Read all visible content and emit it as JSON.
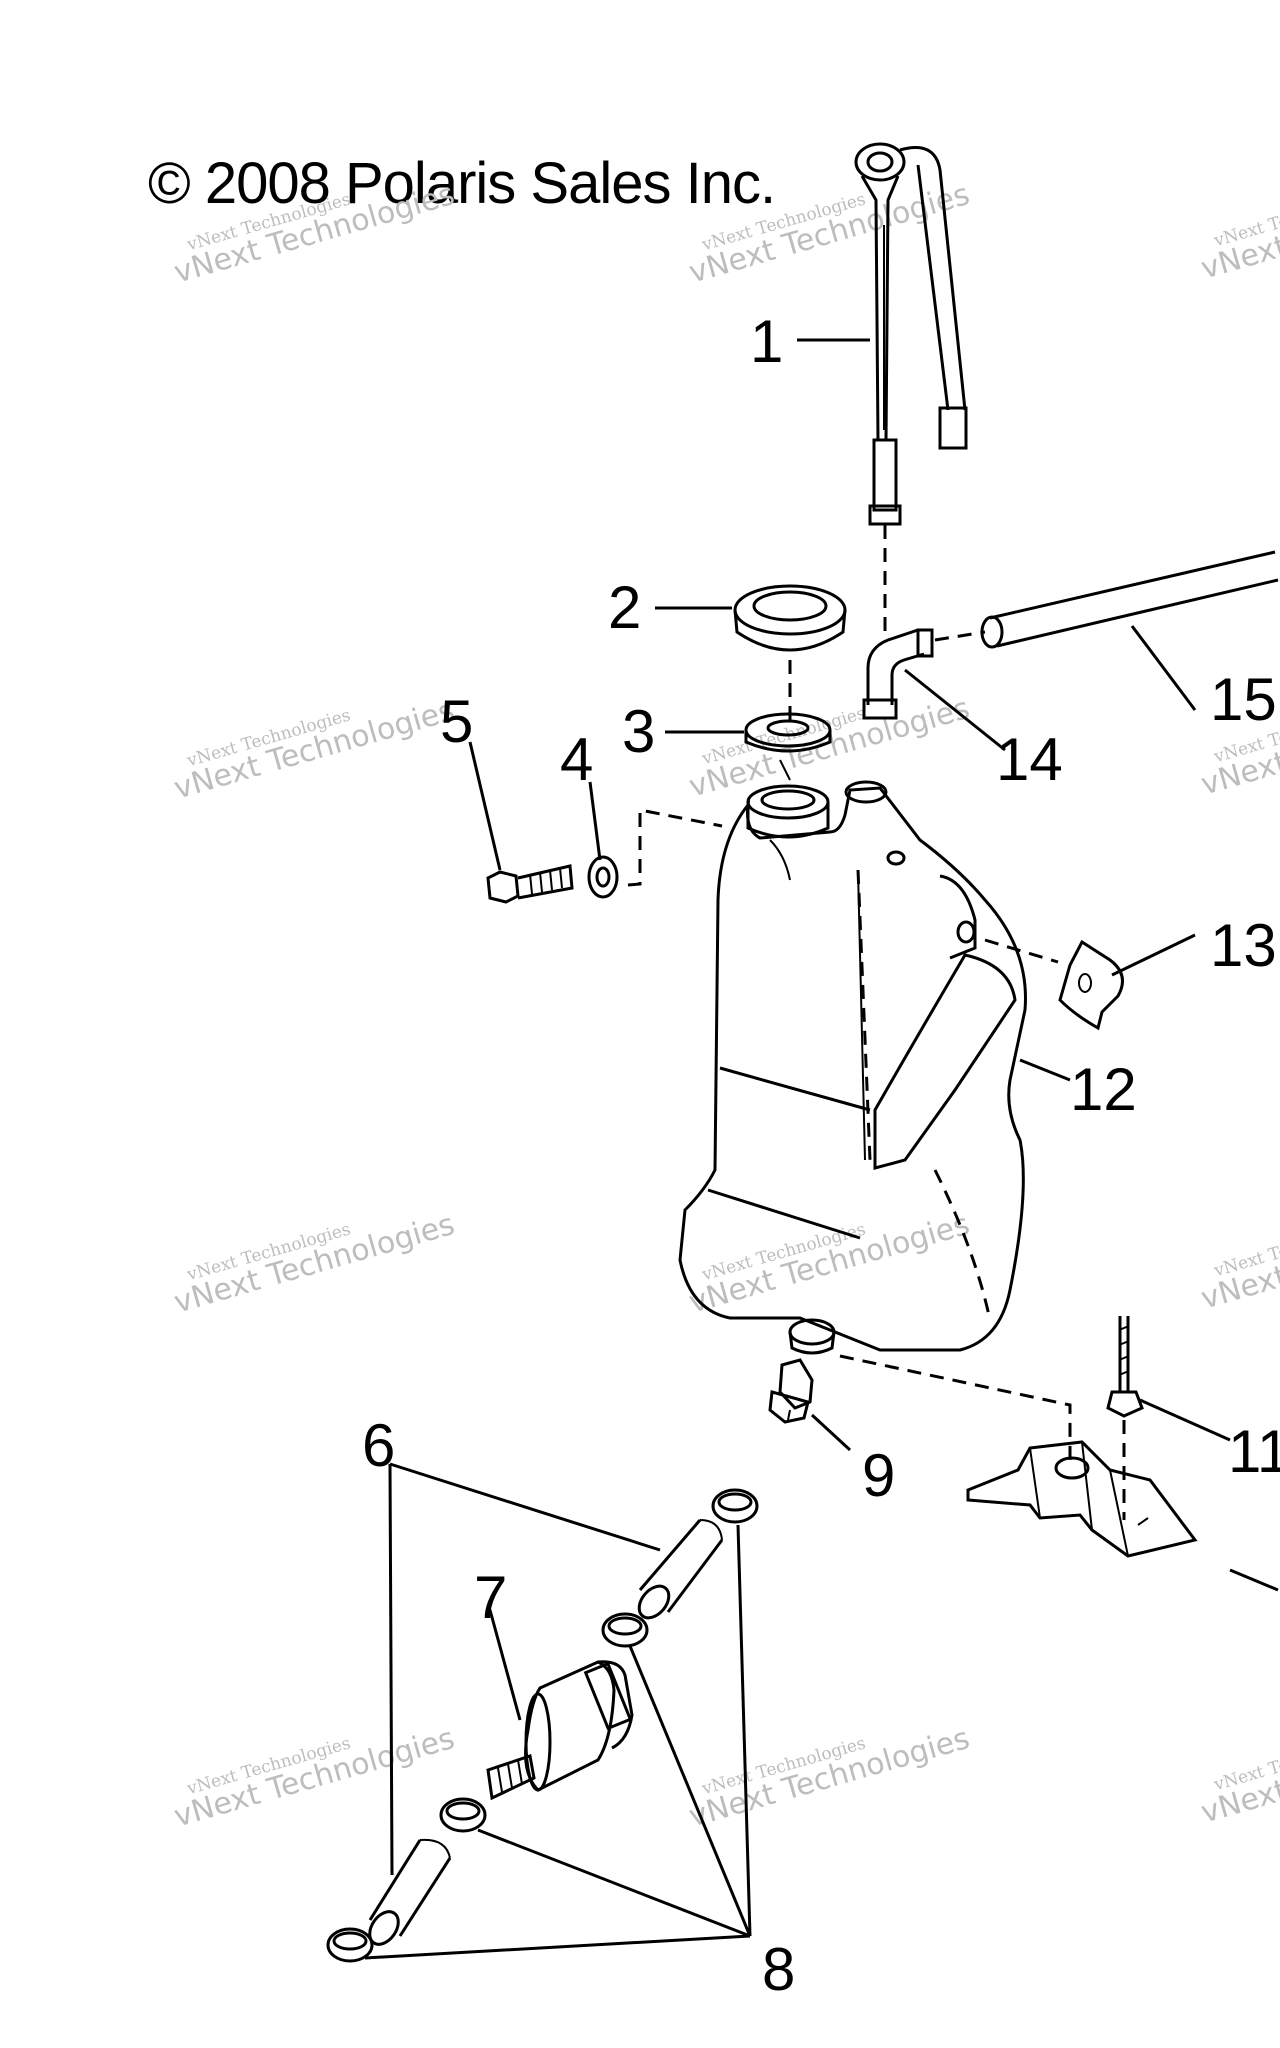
{
  "copyright": "© 2008 Polaris Sales Inc.",
  "watermark": {
    "line1": "vNext Technologies",
    "line2": "vNext Technologies"
  },
  "callouts": {
    "c1": "1",
    "c2": "2",
    "c3": "3",
    "c4": "4",
    "c5": "5",
    "c6": "6",
    "c7": "7",
    "c8": "8",
    "c9": "9",
    "c11": "11",
    "c12": "12",
    "c13": "13",
    "c14": "14",
    "c15": "15"
  }
}
